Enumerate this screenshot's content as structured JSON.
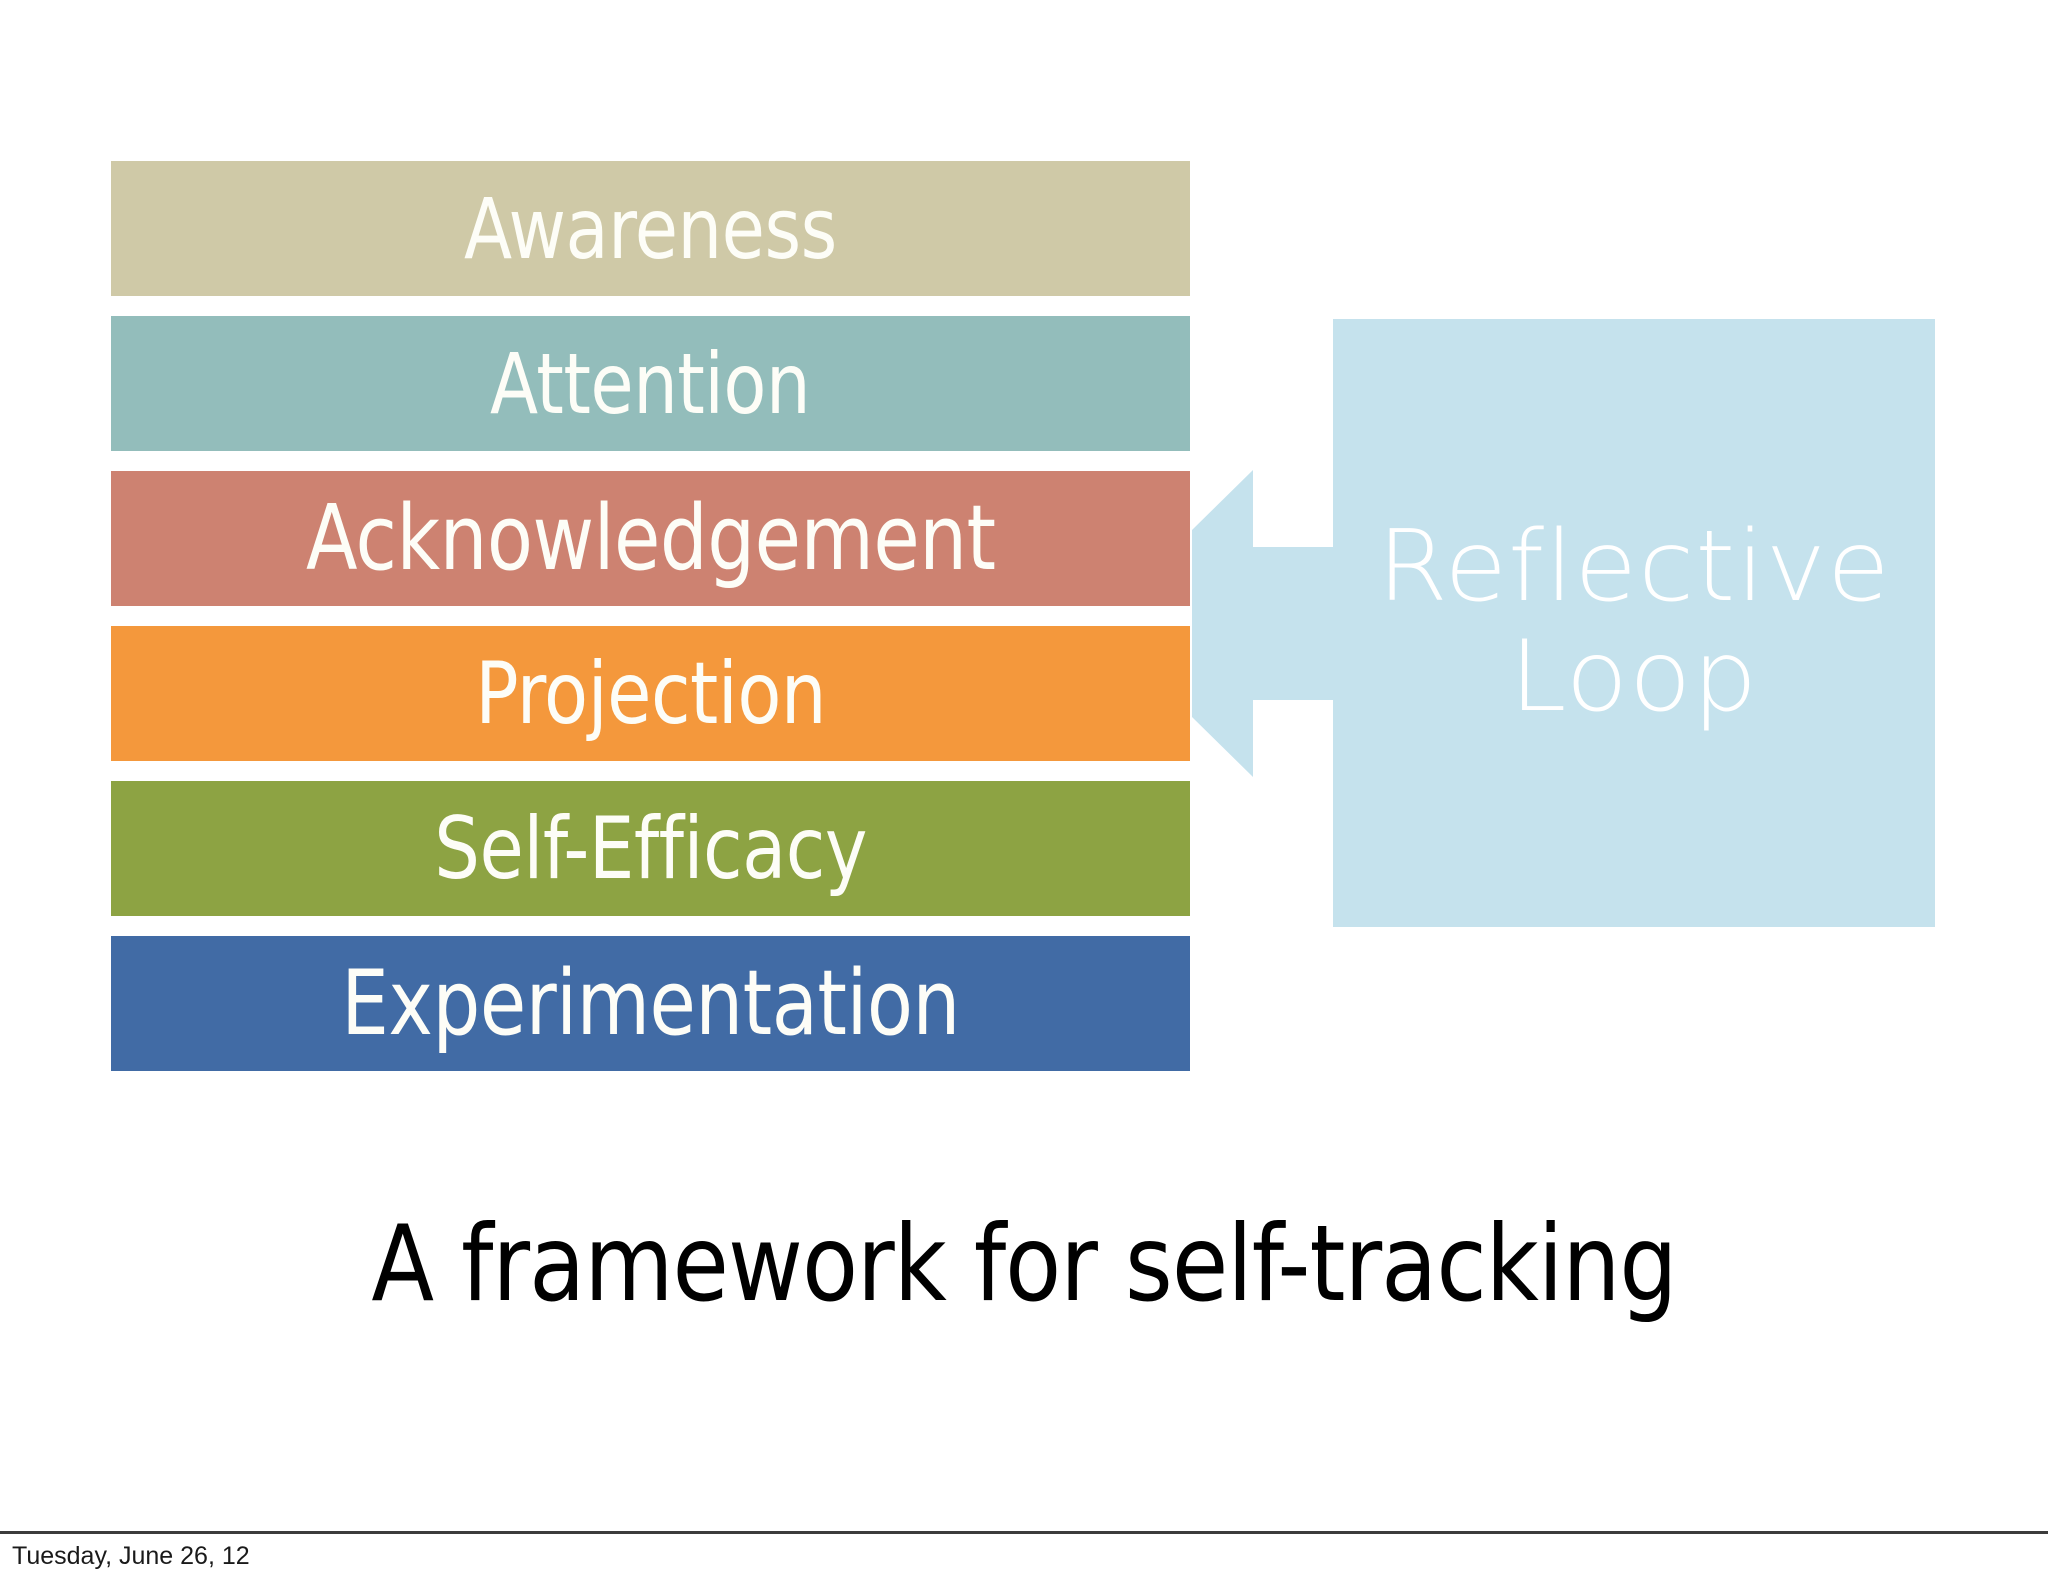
{
  "slide": {
    "caption": "A framework for self-tracking",
    "footer_date": "Tuesday, June 26, 12",
    "background_color": "#ffffff"
  },
  "framework": {
    "stages": [
      {
        "label": "Awareness",
        "color": "#cfc9a7",
        "text_color": "#fdfdf7"
      },
      {
        "label": "Attention",
        "color": "#93bdbb",
        "text_color": "#fdfdf7"
      },
      {
        "label": "Acknowledgement",
        "color": "#cd8271",
        "text_color": "#fdfdf7"
      },
      {
        "label": "Projection",
        "color": "#f4983c",
        "text_color": "#fdfdf7"
      },
      {
        "label": "Self-Efficacy",
        "color": "#8da343",
        "text_color": "#fdfdf7"
      },
      {
        "label": "Experimentation",
        "color": "#416ba5",
        "text_color": "#fdfdf7"
      }
    ]
  },
  "reflective_loop": {
    "line1": "Reflective",
    "line2": "Loop",
    "color": "#c5e2ed",
    "text_color": "#ffffff",
    "arrow_icon": "arrow-left-icon",
    "arrow_color": "#c5e2ed"
  }
}
